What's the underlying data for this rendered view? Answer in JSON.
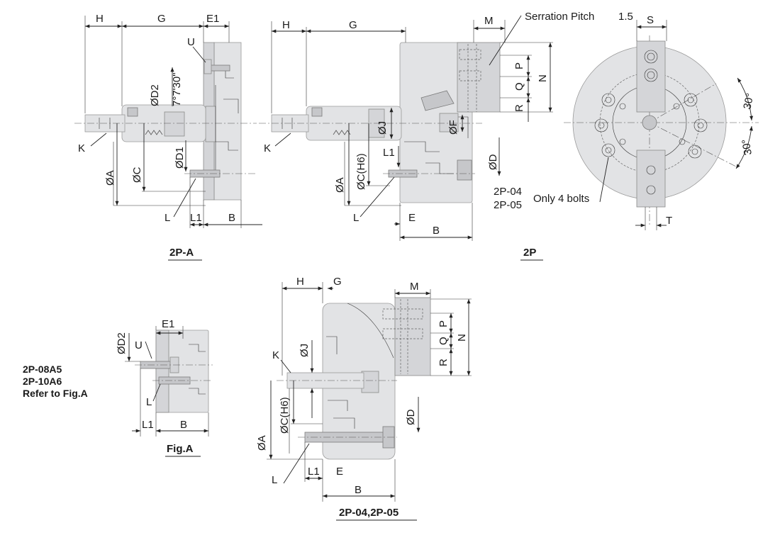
{
  "colors": {
    "ink": "#1a1a1a",
    "body_fill": "#e2e3e5",
    "body_dark": "#c6c7ca"
  },
  "views": {
    "v2pa": {
      "caption": "2P-A",
      "labels": {
        "H": "H",
        "G": "G",
        "E1": "E1",
        "U": "U",
        "D2": "ØD2",
        "angle": "7°7'30\"",
        "K": "K",
        "D1": "ØD1",
        "A": "ØA",
        "C": "ØC",
        "L": "L",
        "L1": "L1",
        "B": "B"
      }
    },
    "v2p": {
      "caption": "2P",
      "labels": {
        "H": "H",
        "G": "G",
        "M": "M",
        "serration": "Serration Pitch",
        "pitch": "1.5",
        "P": "P",
        "Q": "Q",
        "R": "R",
        "N": "N",
        "J": "ØJ",
        "F": "ØF",
        "K": "K",
        "L1": "L1",
        "A": "ØA",
        "C": "ØC(H6)",
        "D": "ØD",
        "L": "L",
        "E": "E",
        "B": "B"
      }
    },
    "front": {
      "labels": {
        "S": "S",
        "T": "T",
        "angle1": "30°",
        "angle2": "30°",
        "model1": "2P-04",
        "model2": "2P-05",
        "bolts": "Only 4 bolts"
      }
    },
    "figA": {
      "caption": "Fig.A",
      "labels": {
        "E1": "E1",
        "D2": "ØD2",
        "U": "U",
        "L": "L",
        "L1": "L1",
        "B": "B"
      }
    },
    "note": {
      "line1": "2P-08A5",
      "line2": "2P-10A6",
      "line3": "Refer to Fig.A"
    },
    "v2p0405": {
      "caption": "2P-04,2P-05",
      "labels": {
        "H": "H",
        "G": "G",
        "M": "M",
        "P": "P",
        "Q": "Q",
        "N": "N",
        "R": "R",
        "K": "K",
        "J": "ØJ",
        "C": "ØC(H6)",
        "D": "ØD",
        "A": "ØA",
        "L": "L",
        "L1": "L1",
        "E": "E",
        "B": "B"
      }
    }
  }
}
